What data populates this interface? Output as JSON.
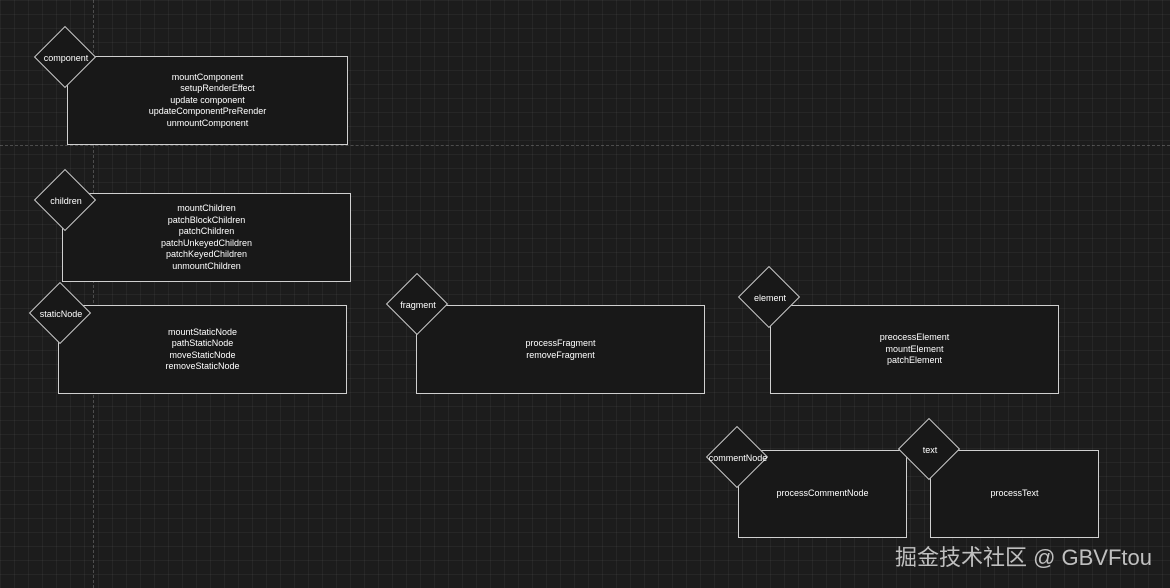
{
  "groups": {
    "component": {
      "label": "component",
      "functions": [
        "mountComponent",
        "setupRenderEffect",
        "update component",
        "updateComponentPreRender",
        "unmountComponent"
      ]
    },
    "children": {
      "label": "children",
      "functions": [
        "mountChildren",
        "patchBlockChildren",
        "patchChildren",
        "patchUnkeyedChildren",
        "patchKeyedChildren",
        "unmountChildren"
      ]
    },
    "staticNode": {
      "label": "staticNode",
      "functions": [
        "mountStaticNode",
        "pathStaticNode",
        "moveStaticNode",
        "removeStaticNode"
      ]
    },
    "fragment": {
      "label": "fragment",
      "functions": [
        "processFragment",
        "removeFragment"
      ]
    },
    "element": {
      "label": "element",
      "functions": [
        "preocessElement",
        "mountElement",
        "patchElement"
      ]
    },
    "commentNode": {
      "label": "commentNode",
      "functions": [
        "processCommentNode"
      ]
    },
    "text": {
      "label": "text",
      "functions": [
        "processText"
      ]
    }
  },
  "watermark": "掘金技术社区 @ GBVFtou"
}
